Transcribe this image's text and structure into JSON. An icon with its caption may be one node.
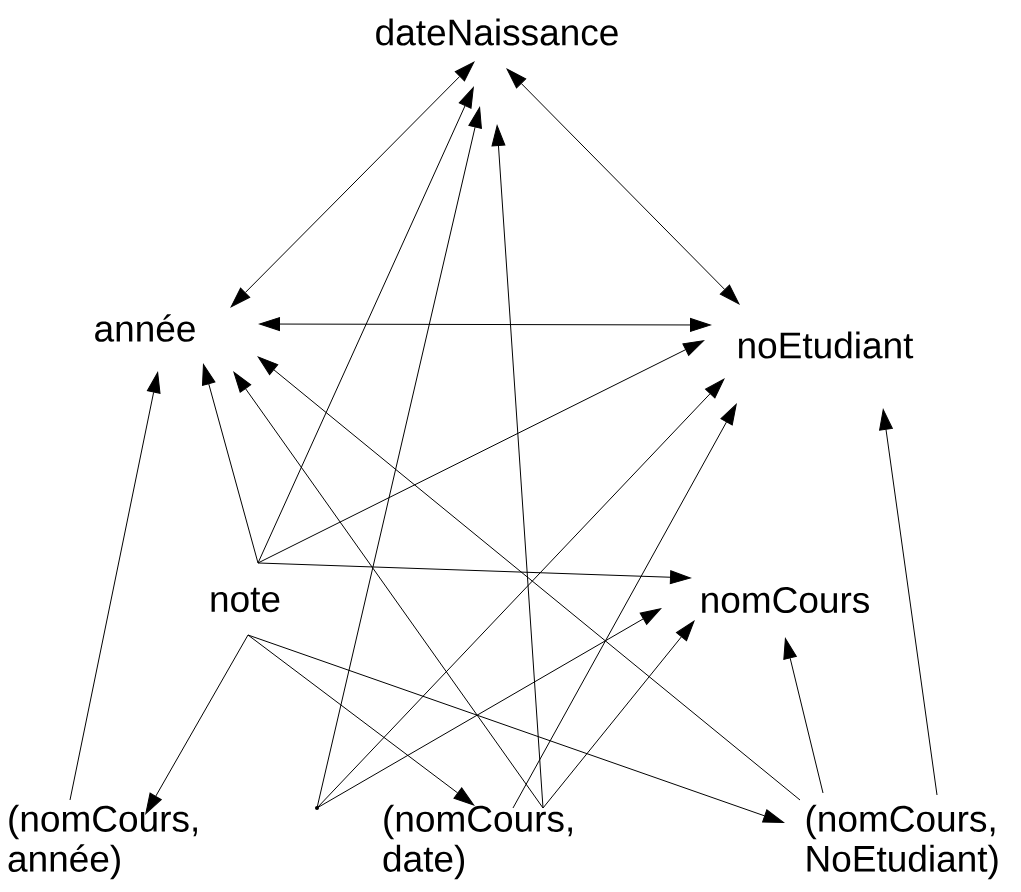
{
  "diagram": {
    "nodes": [
      {
        "text": [
          "dateNaissance"
        ]
      },
      {
        "text": [
          "année"
        ]
      },
      {
        "text": [
          "noEtudiant"
        ]
      },
      {
        "text": [
          "note"
        ]
      },
      {
        "text": [
          "nomCours"
        ]
      },
      {
        "text": [
          "(nomCours, année)"
        ]
      },
      {
        "text": [
          "(nomCours, date)"
        ]
      },
      {
        "text": [
          "(nomCours, NoEtudiant)"
        ]
      },
      {
        "text": [],
        "shape": "point"
      }
    ],
    "edges": [
      {
        "from": 1,
        "to": 0,
        "arrow": "both"
      },
      {
        "from": 0,
        "to": 2,
        "arrow": "both"
      },
      {
        "from": 1,
        "to": 2,
        "arrow": "both"
      },
      {
        "from": 3,
        "to": 1,
        "arrow": "to"
      },
      {
        "from": 3,
        "to": 0,
        "arrow": "to"
      },
      {
        "from": 3,
        "to": 2,
        "arrow": "to"
      },
      {
        "from": 3,
        "to": 4,
        "arrow": "to"
      },
      {
        "from": 3,
        "to": 5,
        "arrow": "to"
      },
      {
        "from": 3,
        "to": 6,
        "arrow": "to"
      },
      {
        "from": 3,
        "to": 7,
        "arrow": "to"
      },
      {
        "from": 5,
        "to": 1,
        "arrow": "to"
      },
      {
        "from": 8,
        "to": 0,
        "arrow": "to"
      },
      {
        "from": 8,
        "to": 2,
        "arrow": "to"
      },
      {
        "from": 8,
        "to": 4,
        "arrow": "to"
      },
      {
        "from": 6,
        "to": 2,
        "arrow": "to"
      },
      {
        "from": 6,
        "to": 0,
        "arrow": "to"
      },
      {
        "from": 6,
        "to": 4,
        "arrow": "to"
      },
      {
        "from": 6,
        "to": 1,
        "arrow": "to"
      },
      {
        "from": 7,
        "to": 1,
        "arrow": "to"
      },
      {
        "from": 7,
        "to": 4,
        "arrow": "to"
      },
      {
        "from": 7,
        "to": 2,
        "arrow": "to"
      }
    ]
  }
}
